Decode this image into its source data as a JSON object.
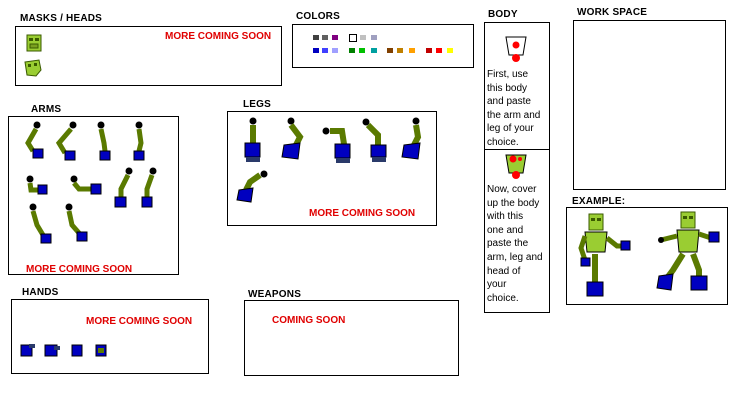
{
  "sections": {
    "masks": {
      "title": "MASKS / HEADS",
      "notice": "MORE COMING SOON"
    },
    "colors": {
      "title": "COLORS"
    },
    "body": {
      "title": "BODY"
    },
    "workspace": {
      "title": "WORK SPACE"
    },
    "arms": {
      "title": "ARMS",
      "notice": "MORE COMING SOON"
    },
    "legs": {
      "title": "LEGS",
      "notice": "MORE COMING SOON"
    },
    "example": {
      "title": "EXAMPLE:"
    },
    "hands": {
      "title": "HANDS",
      "notice": "MORE COMING SOON"
    },
    "weapons": {
      "title": "WEAPONS",
      "notice": "COMING SOON"
    }
  },
  "body_instructions": {
    "first": [
      "First, use",
      "this body",
      "and paste",
      "the arm and",
      "leg of your",
      "choice."
    ],
    "second": [
      "Now, cover",
      "up the body",
      "with this",
      "one and",
      "paste the",
      "arm, leg and",
      "head of",
      "your",
      "choice."
    ]
  },
  "palette": {
    "row1": [
      "#404040",
      "#606060",
      "#800080",
      "#ffffff",
      "#c0c0c0",
      "#a0a0c0"
    ],
    "row2": [
      "#0000c0",
      "#4040ff",
      "#a0a0ff",
      "#008000",
      "#00c000",
      "#00a0a0",
      "#804000",
      "#c08000",
      "#ffa000",
      "#c00000",
      "#ff0000",
      "#ffff00"
    ]
  },
  "colors": {
    "lime": "#9acd32",
    "olive": "#5a7a00",
    "blue": "#0000c0",
    "notice_red": "#e00000"
  }
}
